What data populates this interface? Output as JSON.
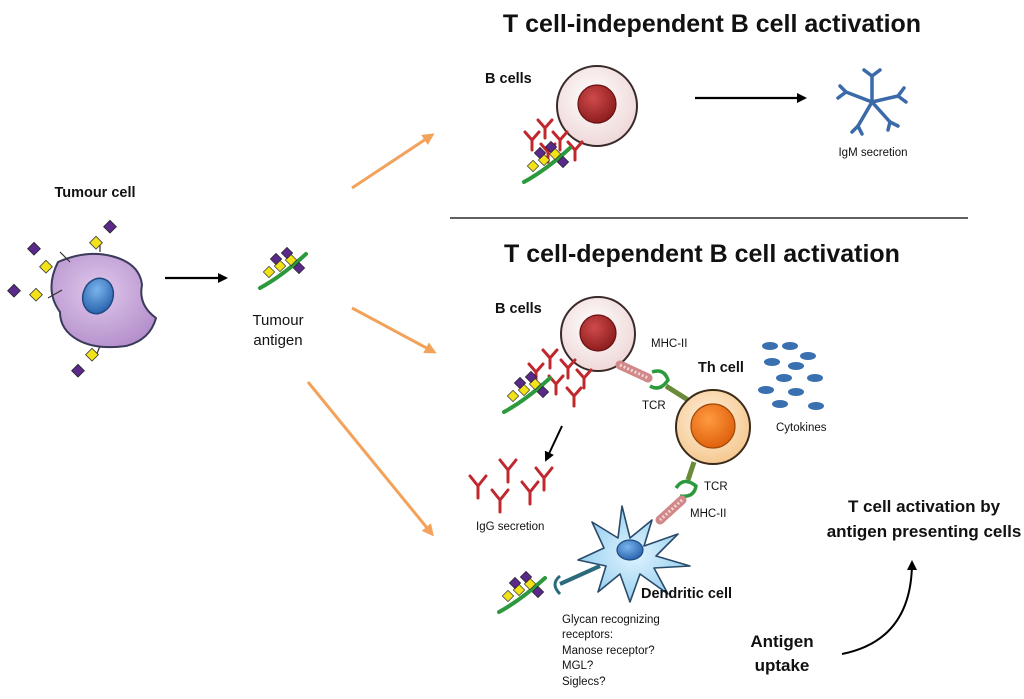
{
  "titles": {
    "independent": "T cell-independent B cell activation",
    "dependent": "T cell-dependent B cell activation"
  },
  "labels": {
    "tumour_cell": "Tumour cell",
    "tumour_antigen_line1": "Tumour",
    "tumour_antigen_line2": "antigen",
    "b_cells_top": "B cells",
    "igm_secretion": "IgM secretion",
    "b_cells_bottom": "B cells",
    "mhc_ii_top": "MHC-II",
    "th_cell": "Th cell",
    "tcr_top": "TCR",
    "cytokines": "Cytokines",
    "tcr_bottom": "TCR",
    "mhc_ii_bottom": "MHC-II",
    "igg_secretion": "IgG secretion",
    "dendritic_cell": "Dendritic cell",
    "glycan_receptors": [
      "Glycan  recognizing",
      "receptors:",
      "Manose receptor?",
      "MGL?",
      "Siglecs?"
    ],
    "t_cell_activation": [
      "T cell activation by",
      "antigen presenting cells"
    ],
    "antigen_uptake": [
      "Antigen",
      "uptake"
    ]
  },
  "colors": {
    "antibody": "#c0282e",
    "glycan_yellow": "#f2e21a",
    "glycan_purple": "#5a2a8a",
    "receptor_green": "#2c9a3c",
    "orange_arrow": "#f2a25a",
    "cell_nucleus": "#b22a2a",
    "th_nucleus": "#f07a1e",
    "dendritic": "#a8d8f0",
    "tumour_body": "#c8a8d8",
    "tumour_nucleus": "#4a8ad0",
    "igm": "#3a6aa8",
    "cytokine": "#3a70b0"
  }
}
